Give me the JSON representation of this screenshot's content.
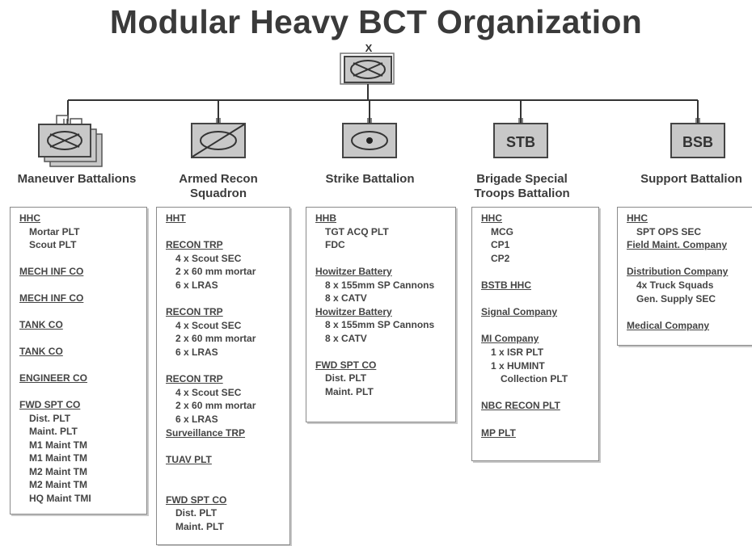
{
  "title": "Modular Heavy BCT Organization",
  "brigade": {
    "echelon": "X"
  },
  "units": [
    {
      "id": "maneuver",
      "label_lines": [
        "Maneuver Battalions"
      ],
      "rows": [
        {
          "text": "HHC",
          "header": true
        },
        {
          "text": "Mortar PLT",
          "indent": 1
        },
        {
          "text": "Scout PLT",
          "indent": 1
        },
        {
          "text": "MECH INF CO",
          "header": true,
          "gap": 1
        },
        {
          "text": "MECH INF CO",
          "header": true,
          "gap": 1
        },
        {
          "text": "TANK CO",
          "header": true,
          "gap": 1
        },
        {
          "text": "TANK CO",
          "header": true,
          "gap": 1
        },
        {
          "text": "ENGINEER CO",
          "header": true,
          "gap": 1
        },
        {
          "text": "FWD SPT CO",
          "header": true,
          "gap": 1
        },
        {
          "text": "Dist. PLT",
          "indent": 1
        },
        {
          "text": "Maint. PLT",
          "indent": 1
        },
        {
          "text": "M1 Maint TM",
          "indent": 1
        },
        {
          "text": "M1 Maint TM",
          "indent": 1
        },
        {
          "text": "M2 Maint TM",
          "indent": 1
        },
        {
          "text": "M2 Maint TM",
          "indent": 1
        },
        {
          "text": "HQ Maint TMI",
          "indent": 1
        }
      ]
    },
    {
      "id": "armed-recon",
      "label_lines": [
        "Armed Recon",
        "Squadron"
      ],
      "rows": [
        {
          "text": "HHT",
          "header": true
        },
        {
          "text": "RECON TRP",
          "header": true,
          "gap": 1
        },
        {
          "text": "4 x Scout SEC",
          "indent": 1
        },
        {
          "text": "2 x 60 mm mortar",
          "indent": 1
        },
        {
          "text": "6 x LRAS",
          "indent": 1
        },
        {
          "text": "RECON TRP",
          "header": true,
          "gap": 1
        },
        {
          "text": "4 x Scout SEC",
          "indent": 1
        },
        {
          "text": "2 x 60 mm mortar",
          "indent": 1
        },
        {
          "text": "6 x LRAS",
          "indent": 1
        },
        {
          "text": "RECON TRP",
          "header": true,
          "gap": 1
        },
        {
          "text": "4 x Scout SEC",
          "indent": 1
        },
        {
          "text": "2 x 60 mm mortar",
          "indent": 1
        },
        {
          "text": "6 x LRAS",
          "indent": 1
        },
        {
          "text": "Surveillance TRP",
          "header": true
        },
        {
          "text": "TUAV PLT",
          "header": true,
          "gap": 1
        },
        {
          "text": "FWD SPT CO",
          "header": true,
          "gap": 2
        },
        {
          "text": "Dist. PLT",
          "indent": 1
        },
        {
          "text": "Maint. PLT",
          "indent": 1
        }
      ]
    },
    {
      "id": "strike",
      "label_lines": [
        "Strike Battalion"
      ],
      "rows": [
        {
          "text": "HHB",
          "header": true
        },
        {
          "text": "TGT ACQ PLT",
          "indent": 1
        },
        {
          "text": "FDC",
          "indent": 1
        },
        {
          "text": "Howitzer Battery",
          "header": true,
          "gap": 1
        },
        {
          "text": "8 x 155mm SP Cannons",
          "indent": 1
        },
        {
          "text": "8 x CATV",
          "indent": 1
        },
        {
          "text": "Howitzer Battery",
          "header": true
        },
        {
          "text": "8 x 155mm SP Cannons",
          "indent": 1
        },
        {
          "text": "8 x CATV",
          "indent": 1
        },
        {
          "text": "FWD SPT CO",
          "header": true,
          "gap": 1
        },
        {
          "text": "Dist. PLT",
          "indent": 1
        },
        {
          "text": "Maint. PLT",
          "indent": 1
        }
      ]
    },
    {
      "id": "stb",
      "label_lines": [
        "Brigade Special",
        "Troops Battalion"
      ],
      "symbol_text": "STB",
      "rows": [
        {
          "text": "HHC",
          "header": true
        },
        {
          "text": "MCG",
          "indent": 1
        },
        {
          "text": "CP1",
          "indent": 1
        },
        {
          "text": "CP2",
          "indent": 1
        },
        {
          "text": "BSTB HHC",
          "header": true,
          "gap": 1
        },
        {
          "text": "Signal Company",
          "header": true,
          "gap": 1
        },
        {
          "text": "MI Company",
          "header": true,
          "gap": 1
        },
        {
          "text": "1 x ISR PLT",
          "indent": 1
        },
        {
          "text": "1 x HUMINT",
          "indent": 1
        },
        {
          "text": "Collection PLT",
          "indent": 2
        },
        {
          "text": "NBC RECON PLT",
          "header": true,
          "gap": 1
        },
        {
          "text": "MP PLT",
          "header": true,
          "gap": 1
        }
      ]
    },
    {
      "id": "bsb",
      "label_lines": [
        "Support Battalion"
      ],
      "symbol_text": "BSB",
      "rows": [
        {
          "text": "HHC",
          "header": true
        },
        {
          "text": "SPT OPS SEC",
          "indent": 1
        },
        {
          "text": "Field Maint. Company",
          "header": true
        },
        {
          "text": "Distribution Company",
          "header": true,
          "gap": 1
        },
        {
          "text": "4x Truck Squads",
          "indent": 1
        },
        {
          "text": "Gen. Supply SEC",
          "indent": 1
        },
        {
          "text": "Medical Company",
          "header": true,
          "gap": 1
        }
      ]
    }
  ]
}
